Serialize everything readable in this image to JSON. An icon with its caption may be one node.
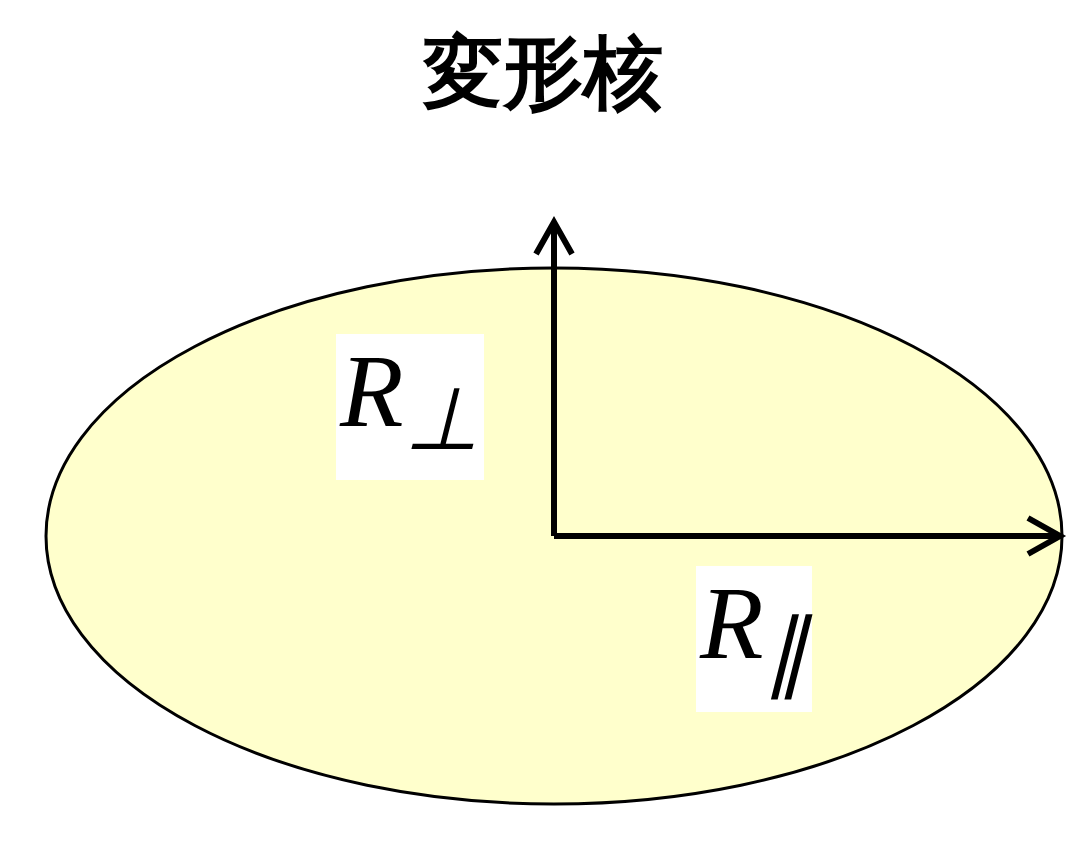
{
  "diagram": {
    "title": "変形核",
    "nodes": [
      {
        "text": [
          "R$_{⊥}$",
          "R$_{∥}$"
        ]
      }
    ]
  }
}
